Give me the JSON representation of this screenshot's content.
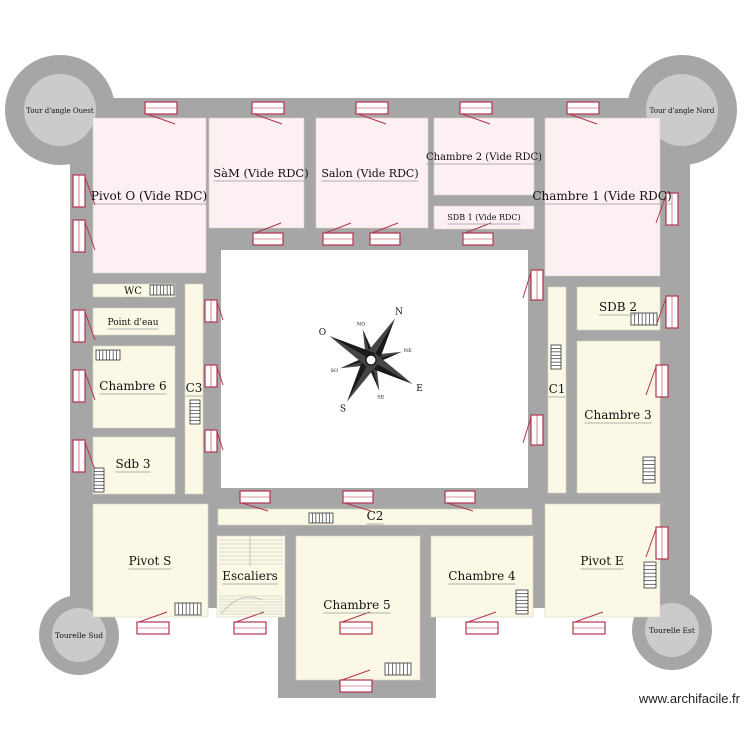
{
  "colors": {
    "wall": "#a6a6a6",
    "tower": "#a6a6a6",
    "tower_inner": "#cbcbcb",
    "room_vide": "#fdf0f3",
    "room": "#fbf9e6",
    "courtyard": "#ffffff",
    "window_frame": "#b3344c",
    "window_glass": "#ffffff",
    "stairs": "#333333"
  },
  "rooms": [
    {
      "key": "pivot_o",
      "label": "Pivot O (Vide RDC)",
      "kind": "vide"
    },
    {
      "key": "sam",
      "label": "SàM (Vide RDC)",
      "kind": "vide"
    },
    {
      "key": "salon",
      "label": "Salon (Vide RDC)",
      "kind": "vide"
    },
    {
      "key": "chambre2",
      "label": "Chambre 2 (Vide RDC)",
      "kind": "vide"
    },
    {
      "key": "sdb1",
      "label": "SDB 1  (Vide RDC)",
      "kind": "vide"
    },
    {
      "key": "chambre1",
      "label": "Chambre 1 (Vide RDC)",
      "kind": "vide"
    },
    {
      "key": "wc",
      "label": "WC",
      "kind": "normal"
    },
    {
      "key": "point_eau",
      "label": "Point d'eau",
      "kind": "normal"
    },
    {
      "key": "chambre6",
      "label": "Chambre 6",
      "kind": "normal"
    },
    {
      "key": "c3",
      "label": "C3",
      "kind": "normal"
    },
    {
      "key": "sdb3",
      "label": "Sdb 3",
      "kind": "normal"
    },
    {
      "key": "c1",
      "label": "C1",
      "kind": "normal"
    },
    {
      "key": "sdb2",
      "label": "SDB 2",
      "kind": "normal"
    },
    {
      "key": "chambre3",
      "label": "Chambre 3",
      "kind": "normal"
    },
    {
      "key": "c2",
      "label": "C2",
      "kind": "normal"
    },
    {
      "key": "pivot_s",
      "label": "Pivot S",
      "kind": "normal"
    },
    {
      "key": "escaliers",
      "label": "Escaliers",
      "kind": "normal"
    },
    {
      "key": "chambre5",
      "label": "Chambre 5",
      "kind": "normal"
    },
    {
      "key": "chambre4",
      "label": "Chambre 4",
      "kind": "normal"
    },
    {
      "key": "pivot_e",
      "label": "Pivot E",
      "kind": "normal"
    }
  ],
  "towers": [
    {
      "key": "ouest",
      "label": "Tour d'angle Ouest"
    },
    {
      "key": "nord",
      "label": "Tour d'angle Nord"
    },
    {
      "key": "sud",
      "label": "Tourelle Sud"
    },
    {
      "key": "est",
      "label": "Tourelle Est"
    }
  ],
  "compass": {
    "main": [
      "N",
      "E",
      "S",
      "O"
    ],
    "minor": [
      "NE",
      "SE",
      "SO",
      "NO"
    ]
  },
  "watermark": "www.archifacile.fr"
}
